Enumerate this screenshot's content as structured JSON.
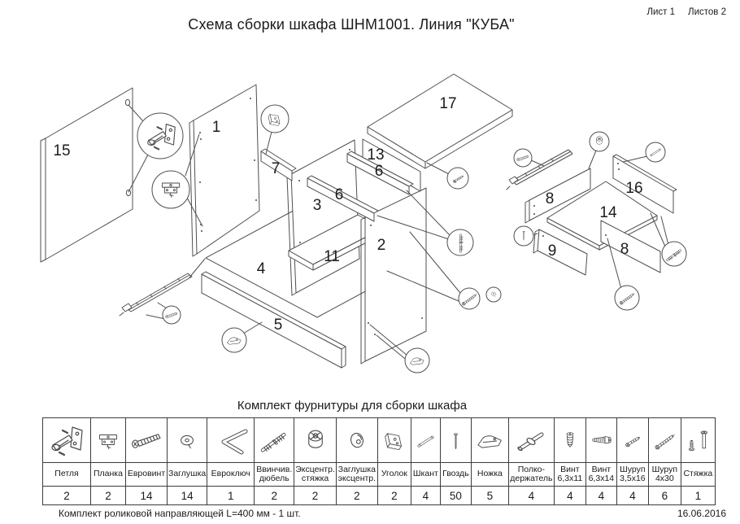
{
  "header": {
    "title": "Схема сборки шкафа ШНМ1001. Линия \"КУБА\"",
    "sheet_label": "Лист 1",
    "sheets_label": "Листов 2"
  },
  "diagram": {
    "part_labels": {
      "p1": "1",
      "p2": "2",
      "p3": "3",
      "p4": "4",
      "p5": "5",
      "p6a": "6",
      "p6b": "6",
      "p7": "7",
      "p8a": "8",
      "p8b": "8",
      "p9": "9",
      "p11": "11",
      "p13": "13",
      "p14": "14",
      "p15": "15",
      "p16": "16",
      "p17": "17"
    },
    "callout_icons": [
      "hinge-icon",
      "plate-icon",
      "corner-bracket-icon",
      "euroscrew-icon",
      "dowel-screw-icon",
      "screw-small-icon",
      "screw-long-icon",
      "cap-icon",
      "foot-icon",
      "nail-icon",
      "eccentric-cam-icon",
      "wood-dowel-icon"
    ]
  },
  "hardware_table": {
    "section_title": "Комплект фурнитуры для сборки шкафа",
    "columns": [
      {
        "icon": "hinge-icon",
        "label": "Петля",
        "qty": "2"
      },
      {
        "icon": "plate-icon",
        "label": "Планка",
        "qty": "2"
      },
      {
        "icon": "euroscrew-icon",
        "label": "Евровинт",
        "qty": "14"
      },
      {
        "icon": "cap-icon",
        "label": "Заглушка",
        "qty": "14"
      },
      {
        "icon": "hexkey-icon",
        "label": "Евроключ",
        "qty": "1"
      },
      {
        "icon": "dowel-screw-icon",
        "label": "Ввинчив. дюбель",
        "qty": "2"
      },
      {
        "icon": "eccentric-cam-icon",
        "label": "Эксцентр. стяжка",
        "qty": "2"
      },
      {
        "icon": "eccentric-cap-icon",
        "label": "Заглушка эксцентр.",
        "qty": "2"
      },
      {
        "icon": "corner-bracket-icon",
        "label": "Уголок",
        "qty": "2"
      },
      {
        "icon": "wood-dowel-icon",
        "label": "Шкант",
        "qty": "4"
      },
      {
        "icon": "nail-icon",
        "label": "Гвоздь",
        "qty": "50"
      },
      {
        "icon": "foot-icon",
        "label": "Ножка",
        "qty": "5"
      },
      {
        "icon": "shelf-support-icon",
        "label": "Полко-держатель",
        "qty": "4"
      },
      {
        "icon": "screw-coil-icon",
        "label": "Винт 6,3х11",
        "qty": "4"
      },
      {
        "icon": "screw-hex-icon",
        "label": "Винт 6,3х14",
        "qty": "4"
      },
      {
        "icon": "screw-small-icon",
        "label": "Шуруп 3,5х16",
        "qty": "4"
      },
      {
        "icon": "screw-long-icon",
        "label": "Шуруп 4х30",
        "qty": "6"
      },
      {
        "icon": "bolt-pair-icon",
        "label": "Стяжка",
        "qty": "1"
      }
    ]
  },
  "footer": {
    "note": "Комплект роликовой направляющей L=400 мм - 1 шт.",
    "date": "16.06.2016"
  }
}
